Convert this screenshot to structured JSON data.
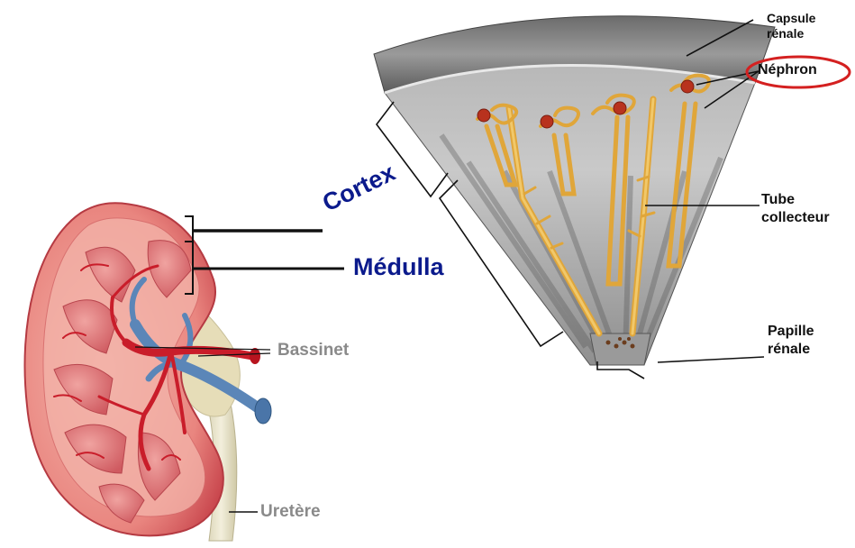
{
  "labels": {
    "capsule": [
      "Capsule",
      "rénale"
    ],
    "nephron": "Néphron",
    "tube": [
      "Tube",
      "collecteur"
    ],
    "papille": [
      "Papille",
      "rénale"
    ],
    "cortex": "Cortex",
    "medulla": "Médulla",
    "bassinet": "Bassinet",
    "uretere": "Uretère"
  },
  "colors": {
    "label_blue": "#0b1a8c",
    "label_gray": "#8a8a8a",
    "highlight_oval": "#d42020",
    "cortex_tissue": "#e36e72",
    "tubule": "#e0a63a",
    "vein": "#5b86b8",
    "artery": "#c91d2a"
  }
}
